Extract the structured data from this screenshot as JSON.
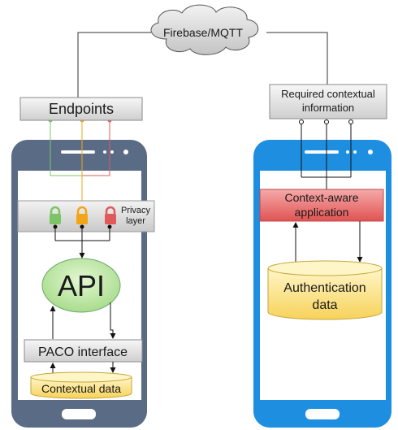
{
  "cloud": {
    "label": "Firebase/MQTT"
  },
  "left_phone": {
    "endpoints_label": "Endpoints",
    "privacy_label_line1": "Privacy",
    "privacy_label_line2": "layer",
    "api_label": "API",
    "paco_label": "PACO interface",
    "contextual_data_label": "Contextual data",
    "body_color": "#5a6b86",
    "lock_colors": [
      "#7dc466",
      "#f2a516",
      "#e05a5a"
    ]
  },
  "right_phone": {
    "required_line1": "Required contextual",
    "required_line2": "information",
    "app_line1": "Context-aware",
    "app_line2": "application",
    "auth_line1": "Authentication",
    "auth_line2": "data",
    "body_color": "#1e8fe0"
  }
}
